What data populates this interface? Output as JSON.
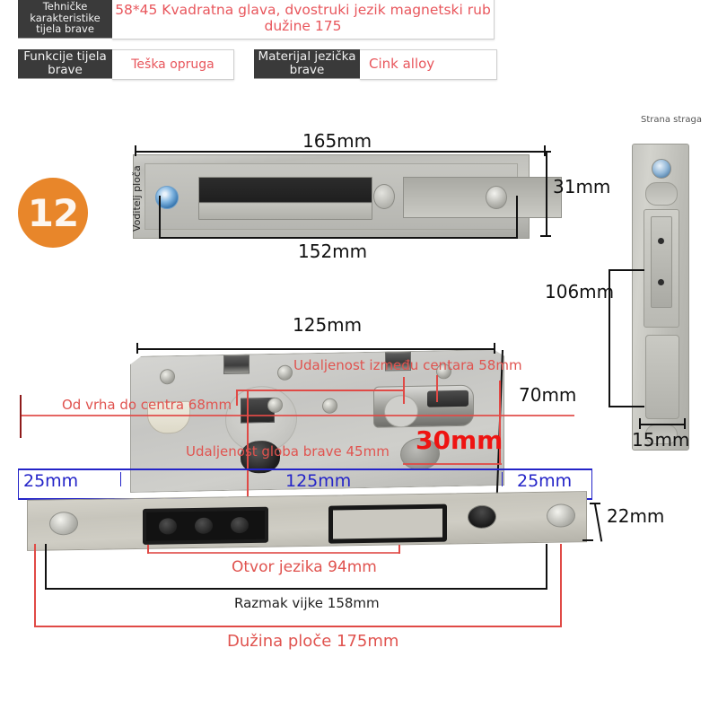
{
  "spec_table": {
    "rows": [
      {
        "key": "Tehničke karakteristike tijela brave",
        "value": "58*45 Kvadratna glava, dvostruki jezik magnetski rub dužine 175"
      },
      {
        "key": "Funkcije tijela brave",
        "value": "Teška opruga"
      },
      {
        "key": "Materijal jezička brave",
        "value": "Cink alloy"
      }
    ]
  },
  "badge": {
    "number": "12"
  },
  "strike_plate": {
    "label_guide": "Voditelj ploča",
    "dim_top": "165mm",
    "dim_bottom": "152mm",
    "dim_right": "31mm"
  },
  "lock_body": {
    "dim_top": "125mm",
    "dim_right": "70mm",
    "annotation_center_distance": "Udaljenost između centara 58mm",
    "annotation_top_to_center": "Od vrha do centra 68mm",
    "annotation_backset": "Udaljenost globa brave 45mm",
    "dim_30": "30mm"
  },
  "faceplate": {
    "dim_left": "25mm",
    "dim_mid": "125mm",
    "dim_right": "25mm",
    "dim_thickness": "22mm",
    "dim_latch_opening": "Otvor jezika 94mm",
    "dim_screw_spacing": "Razmak vijke 158mm",
    "dim_plate_length": "Dužina ploče 175mm"
  },
  "side_part": {
    "label": "Strana straga",
    "dim_height": "106mm",
    "dim_width": "15mm"
  },
  "colors": {
    "badge_orange": "#e8862a",
    "red_text": "#e0534f",
    "bright_red": "#ee1412",
    "blue_text": "#2424c8",
    "key_cell_dark": "#3a3a3a"
  }
}
